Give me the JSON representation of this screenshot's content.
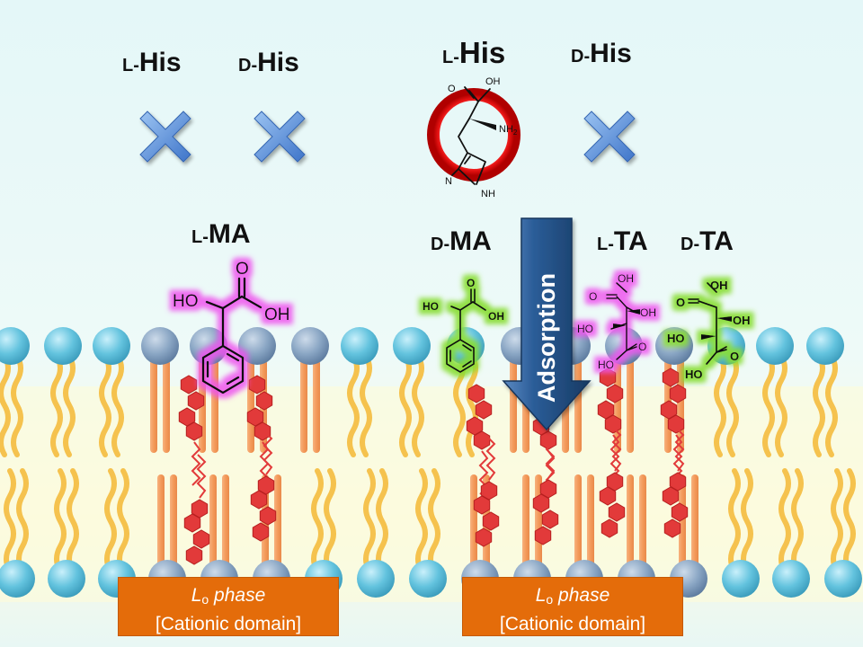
{
  "labels": {
    "left_l_his": {
      "prefix": "L-",
      "name": "His"
    },
    "left_d_his": {
      "prefix": "D-",
      "name": "His"
    },
    "right_l_his": {
      "prefix": "L-",
      "name": "His"
    },
    "right_d_his": {
      "prefix": "D-",
      "name": "His"
    },
    "left_l_ma": {
      "prefix": "L-",
      "name": "MA"
    },
    "right_d_ma": {
      "prefix": "D-",
      "name": "MA"
    },
    "right_l_ta": {
      "prefix": "L-",
      "name": "TA"
    },
    "right_d_ta": {
      "prefix": "D-",
      "name": "TA"
    }
  },
  "arrow_text": "Adsorption",
  "atoms": {
    "his": {
      "o": "O",
      "oh": "OH",
      "nh": "NH",
      "nh_sub": "2",
      "n": "N",
      "ring_nh": "NH"
    },
    "ma_left": {
      "o": "O",
      "ho": "HO",
      "oh": "OH"
    },
    "ma_right": {
      "o": "O",
      "ho": "HO",
      "oh": "OH"
    },
    "l_ta": {
      "oh_top": "OH",
      "o_top": "O",
      "oh_mid": "OH",
      "ho_mid": "HO",
      "o_bot": "O",
      "ho_bot": "HO"
    },
    "d_ta": {
      "oh_top": "OH",
      "o_top": "O",
      "oh_mid": "OH",
      "ho_mid": "HO",
      "o_bot": "O",
      "ho_bot": "HO"
    }
  },
  "phase_boxes": [
    {
      "line1": "L",
      "line1_sub": "o",
      "line1_rest": " phase",
      "line2": "[Cationic domain]"
    },
    {
      "line1": "L",
      "line1_sub": "o",
      "line1_rest": " phase",
      "line2": "[Cationic domain]"
    }
  ],
  "colors": {
    "background": "#e6f7fa",
    "lipid_head_light": "#63c3de",
    "lipid_head_dark": "#8aa6c4",
    "lipid_tail_yellow": "#f5c24e",
    "lipid_tail_orange": "#f5a266",
    "cholesterol": "#e23a3a",
    "cross_mark": "#4a7fd4",
    "recognition_ring": "#e41b1b",
    "arrow": "#1f4e79",
    "glow_magenta": "#ee55ee",
    "glow_green": "#88dd33",
    "phase_box": "#e46c0a"
  }
}
